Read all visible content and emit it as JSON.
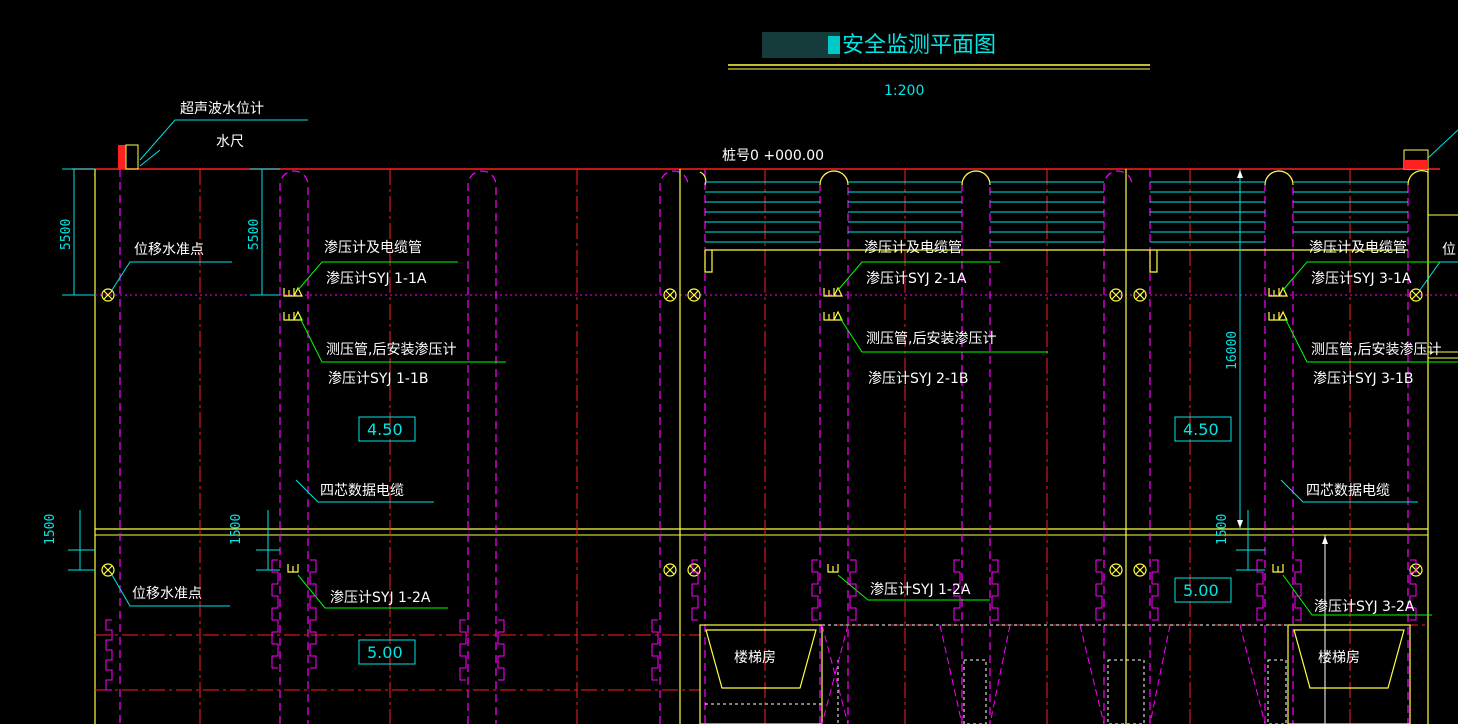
{
  "drawing": {
    "title": "安全监测平面图",
    "scale": "1:200",
    "station": "桩号0 +000.00"
  },
  "labels": {
    "ultrasonic": "超声波水位计",
    "water_gauge": "水尺",
    "disp_point_top": "位移水准点",
    "disp_point_bottom": "位移水准点",
    "pz_cable_1": "渗压计及电缆管",
    "pz_cable_2": "渗压计及电缆管",
    "pz_cable_3": "渗压计及电缆管",
    "syj_1_1a": "渗压计SYJ 1-1A",
    "syj_2_1a": "渗压计SYJ 2-1A",
    "syj_3_1a": "渗压计SYJ 3-1A",
    "pipe_1": "测压管,后安装渗压计",
    "pipe_2": "测压管,后安装渗压计",
    "pipe_3": "测压管,后安装渗压计",
    "syj_1_1b": "渗压计SYJ 1-1B",
    "syj_2_1b": "渗压计SYJ 2-1B",
    "syj_3_1b": "渗压计SYJ 3-1B",
    "cable_1": "四芯数据电缆",
    "cable_2": "四芯数据电缆",
    "syj_1_2a_left": "渗压计SYJ 1-2A",
    "syj_1_2a_mid": "渗压计SYJ 1-2A",
    "syj_3_2a": "渗压计SYJ 3-2A",
    "stair_1": "楼梯房",
    "stair_2": "楼梯房",
    "edge_right": "位"
  },
  "elevations": {
    "upper_left": "4.50",
    "upper_right": "4.50",
    "lower_left": "5.00",
    "lower_right": "5.00"
  },
  "dimensions": {
    "d5500_a": "5500",
    "d5500_b": "5500",
    "d16000": "16000",
    "d1500_a": "1500",
    "d1500_b": "1500",
    "d1500_c": "1500"
  },
  "colors": {
    "background": "#000000",
    "line_red": "#ff2020",
    "line_magenta": "#ff00ff",
    "line_yellow": "#ffff40",
    "line_cyan": "#00e5e5",
    "line_green": "#00ff00",
    "line_white": "#ffffff"
  }
}
